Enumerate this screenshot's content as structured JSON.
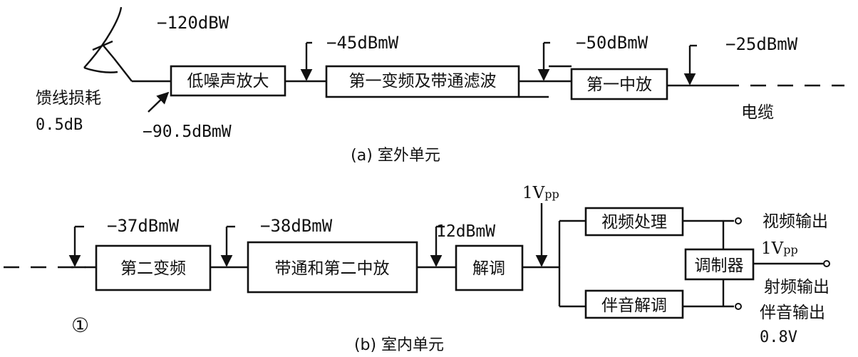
{
  "outdoor": {
    "caption": "(a)  室外单元",
    "input_level": "−120dBW",
    "feed_loss_label": "馈线损耗",
    "feed_loss_value": "0.5dB",
    "lna_input_level": "−90.5dBmW",
    "lna_label": "低噪声放大",
    "level_after_lna": "−45dBmW",
    "mixer1_label": "第一变频及带通滤波",
    "level_after_mixer1": "−50dBmW",
    "if1_label": "第一中放",
    "level_out": "−25dBmW",
    "cable_label": "电缆"
  },
  "indoor": {
    "caption": "(b) 室内单元",
    "circled_marker": "①",
    "level_mixer2_in": "−37dBmW",
    "mixer2_label": "第二变频",
    "level_if2_in": "−38dBmW",
    "if2_label": "带通和第二中放",
    "level_demod_in": "12dBmW",
    "demod_label": "解调",
    "level_demod_out_main": "1V",
    "level_demod_out_sub": "pp",
    "video_proc_label": "视频处理",
    "audio_demod_label": "伴音解调",
    "modulator_label": "调制器",
    "video_out_label": "视频输出",
    "video_out_level_main": "1V",
    "video_out_level_sub": "pp",
    "rf_out_label": "射频输出",
    "audio_out_label": "伴音输出",
    "audio_out_level": "0.8V"
  }
}
